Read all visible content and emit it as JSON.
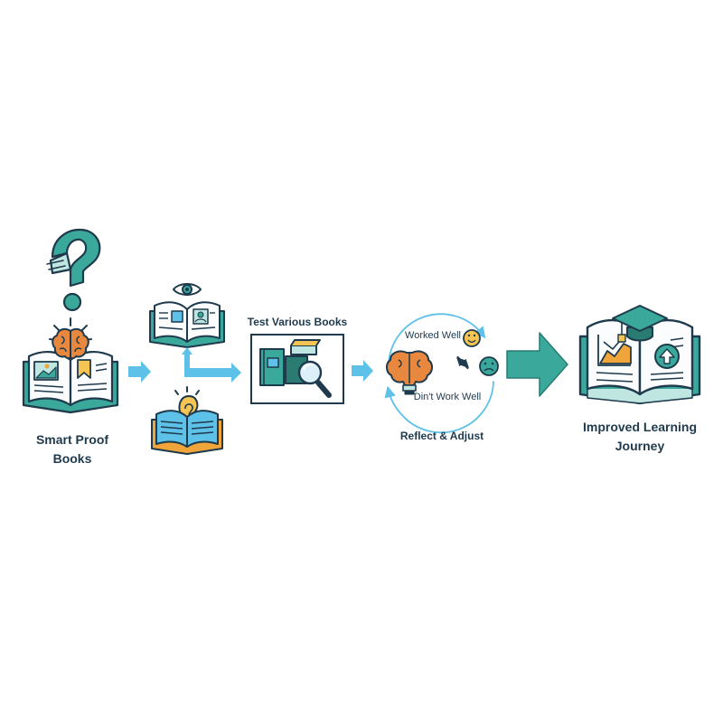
{
  "colors": {
    "navy": "#1e3a4c",
    "teal": "#3aa89a",
    "dark_teal": "#2a7c73",
    "light_teal": "#bfe6e0",
    "light_blue": "#5ec1e8",
    "pale_blue": "#dcf0fa",
    "orange": "#f0a53a",
    "brain_orange": "#e8873e",
    "yellow": "#f6c453",
    "page": "#fbfcfd"
  },
  "steps": {
    "smart_proof": {
      "line1": "Smart Proof",
      "line2": "Books"
    },
    "test": {
      "label": "Test Various Books"
    },
    "reflect": {
      "worked_well": "Worked Well",
      "didnt_work_well": "Din't Work Well",
      "label": "Reflect & Adjust"
    },
    "improved": {
      "line1": "Improved Learning",
      "line2": "Journey"
    }
  },
  "icons": {
    "question_mark": "question-mark-icon",
    "brain": "brain-icon",
    "eye": "eye-icon",
    "ear": "ear-icon",
    "magnifier": "magnifying-glass-icon",
    "smile": "smile-face-icon",
    "frown": "frown-face-icon",
    "graduation_cap": "graduation-cap-icon",
    "chart": "growth-chart-icon",
    "up_arrow": "up-arrow-circle-icon"
  }
}
